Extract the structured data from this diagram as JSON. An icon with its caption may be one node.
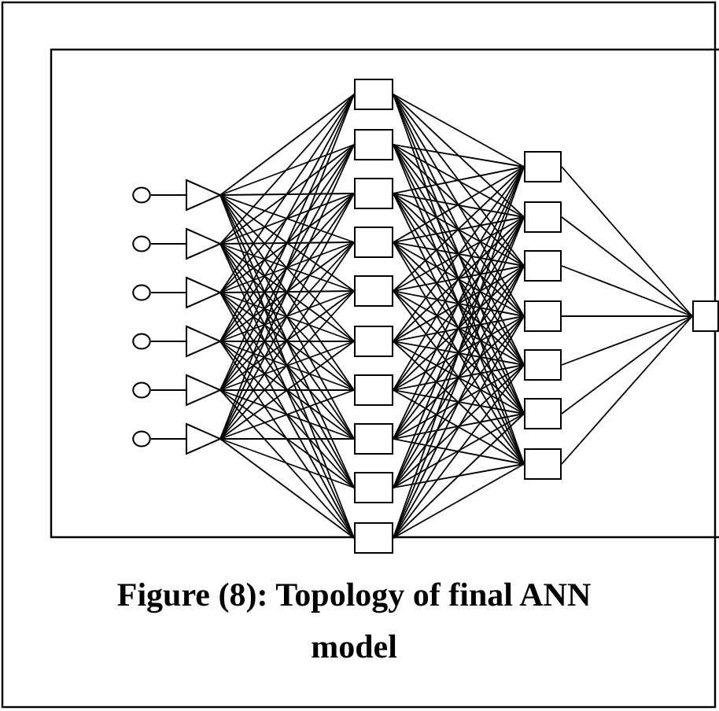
{
  "diagram": {
    "caption": "Figure (8): Topology of final ANN model",
    "nodes": [
      {
        "text": [],
        "shape": "circle"
      },
      {
        "text": [],
        "shape": "circle"
      },
      {
        "text": [],
        "shape": "circle"
      },
      {
        "text": [],
        "shape": "circle"
      },
      {
        "text": [],
        "shape": "circle"
      },
      {
        "text": [],
        "shape": "circle"
      },
      {
        "text": [],
        "shape": "triangle"
      },
      {
        "text": [],
        "shape": "triangle"
      },
      {
        "text": [],
        "shape": "triangle"
      },
      {
        "text": [],
        "shape": "triangle"
      },
      {
        "text": [],
        "shape": "triangle"
      },
      {
        "text": [],
        "shape": "triangle"
      },
      {
        "text": [],
        "shape": "box"
      },
      {
        "text": [],
        "shape": "box"
      },
      {
        "text": [],
        "shape": "box"
      },
      {
        "text": [],
        "shape": "box"
      },
      {
        "text": [],
        "shape": "box"
      },
      {
        "text": [],
        "shape": "box"
      },
      {
        "text": [],
        "shape": "box"
      },
      {
        "text": [],
        "shape": "box"
      },
      {
        "text": [],
        "shape": "box"
      },
      {
        "text": [],
        "shape": "box"
      },
      {
        "text": [],
        "shape": "box"
      },
      {
        "text": [],
        "shape": "box"
      },
      {
        "text": [],
        "shape": "box"
      },
      {
        "text": [],
        "shape": "box"
      },
      {
        "text": [],
        "shape": "box"
      },
      {
        "text": [],
        "shape": "box"
      },
      {
        "text": [],
        "shape": "box"
      },
      {
        "text": [],
        "shape": "box"
      }
    ],
    "edges": [
      {
        "from": 0,
        "to": 6,
        "arrow": "none"
      },
      {
        "from": 1,
        "to": 7,
        "arrow": "none"
      },
      {
        "from": 2,
        "to": 8,
        "arrow": "none"
      },
      {
        "from": 3,
        "to": 9,
        "arrow": "none"
      },
      {
        "from": 4,
        "to": 10,
        "arrow": "none"
      },
      {
        "from": 5,
        "to": 11,
        "arrow": "none"
      },
      {
        "from": 6,
        "to": 12,
        "arrow": "none"
      },
      {
        "from": 6,
        "to": 13,
        "arrow": "none"
      },
      {
        "from": 6,
        "to": 14,
        "arrow": "none"
      },
      {
        "from": 6,
        "to": 15,
        "arrow": "none"
      },
      {
        "from": 6,
        "to": 16,
        "arrow": "none"
      },
      {
        "from": 6,
        "to": 17,
        "arrow": "none"
      },
      {
        "from": 6,
        "to": 18,
        "arrow": "none"
      },
      {
        "from": 6,
        "to": 19,
        "arrow": "none"
      },
      {
        "from": 6,
        "to": 20,
        "arrow": "none"
      },
      {
        "from": 6,
        "to": 21,
        "arrow": "none"
      },
      {
        "from": 7,
        "to": 12,
        "arrow": "none"
      },
      {
        "from": 7,
        "to": 13,
        "arrow": "none"
      },
      {
        "from": 7,
        "to": 14,
        "arrow": "none"
      },
      {
        "from": 7,
        "to": 15,
        "arrow": "none"
      },
      {
        "from": 7,
        "to": 16,
        "arrow": "none"
      },
      {
        "from": 7,
        "to": 17,
        "arrow": "none"
      },
      {
        "from": 7,
        "to": 18,
        "arrow": "none"
      },
      {
        "from": 7,
        "to": 19,
        "arrow": "none"
      },
      {
        "from": 7,
        "to": 20,
        "arrow": "none"
      },
      {
        "from": 7,
        "to": 21,
        "arrow": "none"
      },
      {
        "from": 8,
        "to": 12,
        "arrow": "none"
      },
      {
        "from": 8,
        "to": 13,
        "arrow": "none"
      },
      {
        "from": 8,
        "to": 14,
        "arrow": "none"
      },
      {
        "from": 8,
        "to": 15,
        "arrow": "none"
      },
      {
        "from": 8,
        "to": 16,
        "arrow": "none"
      },
      {
        "from": 8,
        "to": 17,
        "arrow": "none"
      },
      {
        "from": 8,
        "to": 18,
        "arrow": "none"
      },
      {
        "from": 8,
        "to": 19,
        "arrow": "none"
      },
      {
        "from": 8,
        "to": 20,
        "arrow": "none"
      },
      {
        "from": 8,
        "to": 21,
        "arrow": "none"
      },
      {
        "from": 9,
        "to": 12,
        "arrow": "none"
      },
      {
        "from": 9,
        "to": 13,
        "arrow": "none"
      },
      {
        "from": 9,
        "to": 14,
        "arrow": "none"
      },
      {
        "from": 9,
        "to": 15,
        "arrow": "none"
      },
      {
        "from": 9,
        "to": 16,
        "arrow": "none"
      },
      {
        "from": 9,
        "to": 17,
        "arrow": "none"
      },
      {
        "from": 9,
        "to": 18,
        "arrow": "none"
      },
      {
        "from": 9,
        "to": 19,
        "arrow": "none"
      },
      {
        "from": 9,
        "to": 20,
        "arrow": "none"
      },
      {
        "from": 9,
        "to": 21,
        "arrow": "none"
      },
      {
        "from": 10,
        "to": 12,
        "arrow": "none"
      },
      {
        "from": 10,
        "to": 13,
        "arrow": "none"
      },
      {
        "from": 10,
        "to": 14,
        "arrow": "none"
      },
      {
        "from": 10,
        "to": 15,
        "arrow": "none"
      },
      {
        "from": 10,
        "to": 16,
        "arrow": "none"
      },
      {
        "from": 10,
        "to": 17,
        "arrow": "none"
      },
      {
        "from": 10,
        "to": 18,
        "arrow": "none"
      },
      {
        "from": 10,
        "to": 19,
        "arrow": "none"
      },
      {
        "from": 10,
        "to": 20,
        "arrow": "none"
      },
      {
        "from": 10,
        "to": 21,
        "arrow": "none"
      },
      {
        "from": 11,
        "to": 12,
        "arrow": "none"
      },
      {
        "from": 11,
        "to": 13,
        "arrow": "none"
      },
      {
        "from": 11,
        "to": 14,
        "arrow": "none"
      },
      {
        "from": 11,
        "to": 15,
        "arrow": "none"
      },
      {
        "from": 11,
        "to": 16,
        "arrow": "none"
      },
      {
        "from": 11,
        "to": 17,
        "arrow": "none"
      },
      {
        "from": 11,
        "to": 18,
        "arrow": "none"
      },
      {
        "from": 11,
        "to": 19,
        "arrow": "none"
      },
      {
        "from": 11,
        "to": 20,
        "arrow": "none"
      },
      {
        "from": 11,
        "to": 21,
        "arrow": "none"
      },
      {
        "from": 12,
        "to": 22,
        "arrow": "none"
      },
      {
        "from": 12,
        "to": 23,
        "arrow": "none"
      },
      {
        "from": 12,
        "to": 24,
        "arrow": "none"
      },
      {
        "from": 12,
        "to": 25,
        "arrow": "none"
      },
      {
        "from": 12,
        "to": 26,
        "arrow": "none"
      },
      {
        "from": 12,
        "to": 27,
        "arrow": "none"
      },
      {
        "from": 12,
        "to": 28,
        "arrow": "none"
      },
      {
        "from": 13,
        "to": 22,
        "arrow": "none"
      },
      {
        "from": 13,
        "to": 23,
        "arrow": "none"
      },
      {
        "from": 13,
        "to": 24,
        "arrow": "none"
      },
      {
        "from": 13,
        "to": 25,
        "arrow": "none"
      },
      {
        "from": 13,
        "to": 26,
        "arrow": "none"
      },
      {
        "from": 13,
        "to": 27,
        "arrow": "none"
      },
      {
        "from": 13,
        "to": 28,
        "arrow": "none"
      },
      {
        "from": 14,
        "to": 22,
        "arrow": "none"
      },
      {
        "from": 14,
        "to": 23,
        "arrow": "none"
      },
      {
        "from": 14,
        "to": 24,
        "arrow": "none"
      },
      {
        "from": 14,
        "to": 25,
        "arrow": "none"
      },
      {
        "from": 14,
        "to": 26,
        "arrow": "none"
      },
      {
        "from": 14,
        "to": 27,
        "arrow": "none"
      },
      {
        "from": 14,
        "to": 28,
        "arrow": "none"
      },
      {
        "from": 15,
        "to": 22,
        "arrow": "none"
      },
      {
        "from": 15,
        "to": 23,
        "arrow": "none"
      },
      {
        "from": 15,
        "to": 24,
        "arrow": "none"
      },
      {
        "from": 15,
        "to": 25,
        "arrow": "none"
      },
      {
        "from": 15,
        "to": 26,
        "arrow": "none"
      },
      {
        "from": 15,
        "to": 27,
        "arrow": "none"
      },
      {
        "from": 15,
        "to": 28,
        "arrow": "none"
      },
      {
        "from": 16,
        "to": 22,
        "arrow": "none"
      },
      {
        "from": 16,
        "to": 23,
        "arrow": "none"
      },
      {
        "from": 16,
        "to": 24,
        "arrow": "none"
      },
      {
        "from": 16,
        "to": 25,
        "arrow": "none"
      },
      {
        "from": 16,
        "to": 26,
        "arrow": "none"
      },
      {
        "from": 16,
        "to": 27,
        "arrow": "none"
      },
      {
        "from": 16,
        "to": 28,
        "arrow": "none"
      },
      {
        "from": 17,
        "to": 22,
        "arrow": "none"
      },
      {
        "from": 17,
        "to": 23,
        "arrow": "none"
      },
      {
        "from": 17,
        "to": 24,
        "arrow": "none"
      },
      {
        "from": 17,
        "to": 25,
        "arrow": "none"
      },
      {
        "from": 17,
        "to": 26,
        "arrow": "none"
      },
      {
        "from": 17,
        "to": 27,
        "arrow": "none"
      },
      {
        "from": 17,
        "to": 28,
        "arrow": "none"
      },
      {
        "from": 18,
        "to": 22,
        "arrow": "none"
      },
      {
        "from": 18,
        "to": 23,
        "arrow": "none"
      },
      {
        "from": 18,
        "to": 24,
        "arrow": "none"
      },
      {
        "from": 18,
        "to": 25,
        "arrow": "none"
      },
      {
        "from": 18,
        "to": 26,
        "arrow": "none"
      },
      {
        "from": 18,
        "to": 27,
        "arrow": "none"
      },
      {
        "from": 18,
        "to": 28,
        "arrow": "none"
      },
      {
        "from": 19,
        "to": 22,
        "arrow": "none"
      },
      {
        "from": 19,
        "to": 23,
        "arrow": "none"
      },
      {
        "from": 19,
        "to": 24,
        "arrow": "none"
      },
      {
        "from": 19,
        "to": 25,
        "arrow": "none"
      },
      {
        "from": 19,
        "to": 26,
        "arrow": "none"
      },
      {
        "from": 19,
        "to": 27,
        "arrow": "none"
      },
      {
        "from": 19,
        "to": 28,
        "arrow": "none"
      },
      {
        "from": 20,
        "to": 22,
        "arrow": "none"
      },
      {
        "from": 20,
        "to": 23,
        "arrow": "none"
      },
      {
        "from": 20,
        "to": 24,
        "arrow": "none"
      },
      {
        "from": 20,
        "to": 25,
        "arrow": "none"
      },
      {
        "from": 20,
        "to": 26,
        "arrow": "none"
      },
      {
        "from": 20,
        "to": 27,
        "arrow": "none"
      },
      {
        "from": 20,
        "to": 28,
        "arrow": "none"
      },
      {
        "from": 21,
        "to": 22,
        "arrow": "none"
      },
      {
        "from": 21,
        "to": 23,
        "arrow": "none"
      },
      {
        "from": 21,
        "to": 24,
        "arrow": "none"
      },
      {
        "from": 21,
        "to": 25,
        "arrow": "none"
      },
      {
        "from": 21,
        "to": 26,
        "arrow": "none"
      },
      {
        "from": 21,
        "to": 27,
        "arrow": "none"
      },
      {
        "from": 21,
        "to": 28,
        "arrow": "none"
      },
      {
        "from": 22,
        "to": 29,
        "arrow": "none"
      },
      {
        "from": 23,
        "to": 29,
        "arrow": "none"
      },
      {
        "from": 24,
        "to": 29,
        "arrow": "none"
      },
      {
        "from": 25,
        "to": 29,
        "arrow": "none"
      },
      {
        "from": 26,
        "to": 29,
        "arrow": "none"
      },
      {
        "from": 27,
        "to": 29,
        "arrow": "none"
      },
      {
        "from": 28,
        "to": 29,
        "arrow": "none"
      }
    ]
  }
}
